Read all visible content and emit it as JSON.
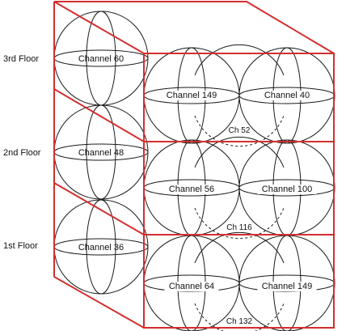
{
  "colors": {
    "frame": "#d32f2f",
    "sphere": "#1a1a1a",
    "overlap": "#eef2f6",
    "label_bg": "#ffffff"
  },
  "floors": [
    "3rd Floor",
    "2nd Floor",
    "1st Floor"
  ],
  "side_channels": [
    "Channel 60",
    "Channel 48",
    "Channel 36"
  ],
  "front": [
    {
      "left": "Channel 149",
      "right": "Channel 40",
      "center": "Ch 52"
    },
    {
      "left": "Channel 56",
      "right": "Channel 100",
      "center": "Ch 116"
    },
    {
      "left": "Channel 64",
      "right": "Channel 149",
      "center": "Ch 132"
    }
  ]
}
